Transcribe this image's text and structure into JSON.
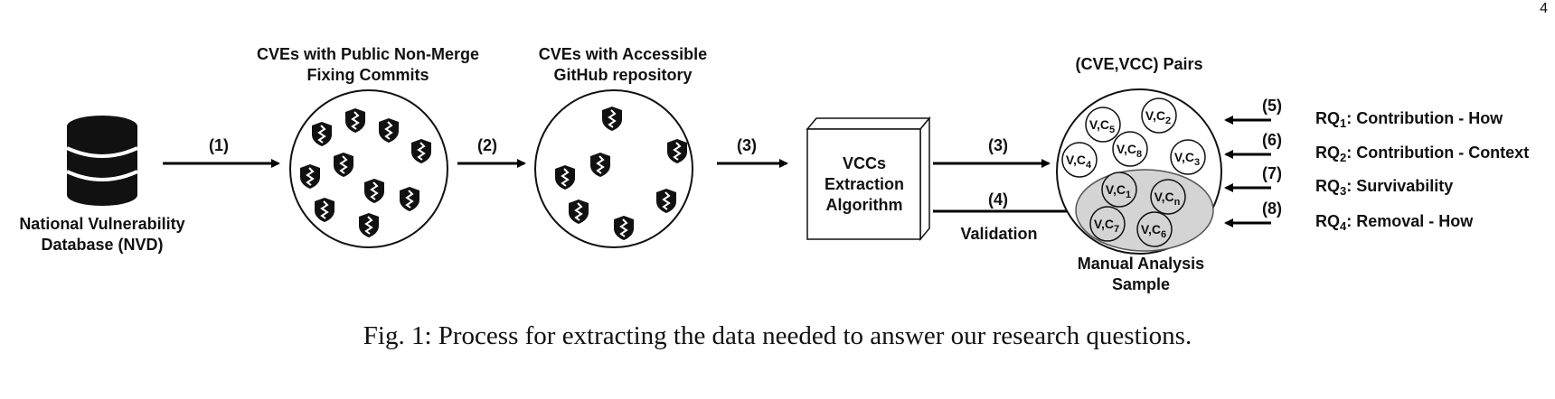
{
  "page_number": "4",
  "nvd": {
    "line1": "National Vulnerability",
    "line2": "Database (NVD)",
    "icon": "database-icon"
  },
  "stages": {
    "public_fixing": {
      "line1": "CVEs with Public Non-Merge",
      "line2": "Fixing Commits",
      "icon": "shield-bug-icon"
    },
    "github": {
      "line1": "CVEs with Accessible",
      "line2": "GitHub repository",
      "icon": "shield-bug-icon"
    },
    "algorithm": {
      "line1": "VCCs",
      "line2": "Extraction",
      "line3": "Algorithm"
    },
    "pairs": {
      "title": "(CVE,VCC) Pairs"
    },
    "sample": {
      "line1": "Manual Analysis",
      "line2": "Sample"
    }
  },
  "arrows": {
    "a1": "(1)",
    "a2": "(2)",
    "a3": "(3)",
    "a3b": "(3)",
    "a4": "(4)",
    "validation": "Validation",
    "a5": "(5)",
    "a6": "(6)",
    "a7": "(7)",
    "a8": "(8)"
  },
  "pairs_bubbles": [
    {
      "base": "V,C",
      "sub": "5"
    },
    {
      "base": "V,C",
      "sub": "2"
    },
    {
      "base": "V,C",
      "sub": "8"
    },
    {
      "base": "V,C",
      "sub": "4"
    },
    {
      "base": "V,C",
      "sub": "3"
    }
  ],
  "sample_bubbles": [
    {
      "base": "V,C",
      "sub": "1"
    },
    {
      "base": "V,C",
      "sub": "n"
    },
    {
      "base": "V,C",
      "sub": "7"
    },
    {
      "base": "V,C",
      "sub": "6"
    }
  ],
  "research_questions": [
    {
      "rq": "RQ",
      "sub": "1",
      "text": ": Contribution - How"
    },
    {
      "rq": "RQ",
      "sub": "2",
      "text": ": Contribution - Context"
    },
    {
      "rq": "RQ",
      "sub": "3",
      "text": ": Survivability"
    },
    {
      "rq": "RQ",
      "sub": "4",
      "text": ": Removal - How"
    }
  ],
  "caption": "Fig. 1: Process for extracting the data needed to answer our research questions."
}
